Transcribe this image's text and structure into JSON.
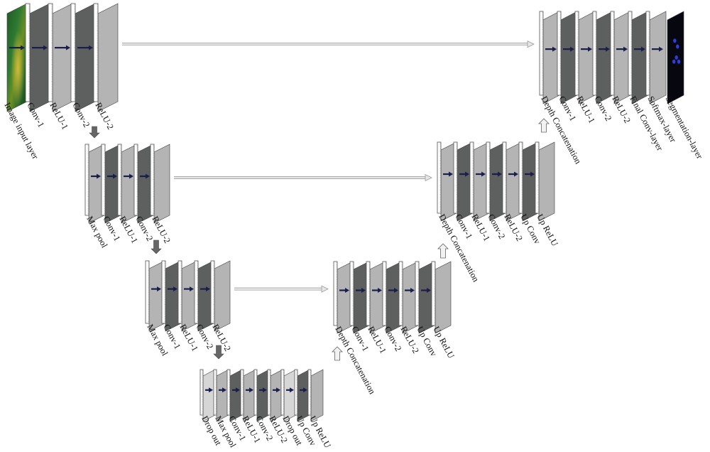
{
  "diagram": {
    "type": "U-Net architecture",
    "colors": {
      "light_layer": "#b4b4b4",
      "dark_layer": "#5e605f",
      "frame": "#ffffff",
      "outline": "#555555",
      "inner_arrow": "#1b1d4a",
      "skip_arrow": "#c8c8c8",
      "down_arrow": "#666666",
      "up_arrow": "#f2f2f2"
    },
    "blocks": [
      {
        "id": "enc1",
        "layers": [
          {
            "kind": "image-input",
            "label": "Image input layer"
          },
          {
            "kind": "dark",
            "label": "Conv-1"
          },
          {
            "kind": "light",
            "label": "ReLU-1"
          },
          {
            "kind": "dark",
            "label": "Conv-2"
          },
          {
            "kind": "light",
            "label": "ReLU-2"
          }
        ]
      },
      {
        "id": "enc2",
        "layers": [
          {
            "kind": "light",
            "label": "Max pool"
          },
          {
            "kind": "dark",
            "label": "Conv-1"
          },
          {
            "kind": "light",
            "label": "ReLU-1"
          },
          {
            "kind": "dark",
            "label": "Conv-2"
          },
          {
            "kind": "light",
            "label": "ReLU-2"
          }
        ]
      },
      {
        "id": "enc3",
        "layers": [
          {
            "kind": "light",
            "label": "Max pool"
          },
          {
            "kind": "dark",
            "label": "Conv-1"
          },
          {
            "kind": "light",
            "label": "ReLU-1"
          },
          {
            "kind": "dark",
            "label": "Conv-2"
          },
          {
            "kind": "light",
            "label": "ReLU-2"
          }
        ]
      },
      {
        "id": "bottleneck",
        "layers": [
          {
            "kind": "pale",
            "label": "Drop out"
          },
          {
            "kind": "light",
            "label": "Max pool"
          },
          {
            "kind": "dark",
            "label": "Conv-1"
          },
          {
            "kind": "light",
            "label": "ReLU-1"
          },
          {
            "kind": "dark",
            "label": "Conv-2"
          },
          {
            "kind": "light",
            "label": "ReLU-2"
          },
          {
            "kind": "pale",
            "label": "Drop out"
          },
          {
            "kind": "dark",
            "label": "Up Conv"
          },
          {
            "kind": "light",
            "label": "Up ReLU"
          }
        ]
      },
      {
        "id": "dec3",
        "layers": [
          {
            "kind": "light",
            "label": "Depth Concatenation"
          },
          {
            "kind": "dark",
            "label": "Conv-1"
          },
          {
            "kind": "light",
            "label": "ReLU-1"
          },
          {
            "kind": "dark",
            "label": "Conv-2"
          },
          {
            "kind": "light",
            "label": "ReLU-2"
          },
          {
            "kind": "dark",
            "label": "Up Conv"
          },
          {
            "kind": "light",
            "label": "Up ReLU"
          }
        ]
      },
      {
        "id": "dec2",
        "layers": [
          {
            "kind": "light",
            "label": "Depth Concatenation"
          },
          {
            "kind": "dark",
            "label": "Conv-1"
          },
          {
            "kind": "light",
            "label": "ReLU-1"
          },
          {
            "kind": "dark",
            "label": "Conv-2"
          },
          {
            "kind": "light",
            "label": "ReLU-2"
          },
          {
            "kind": "dark",
            "label": "Up Conv"
          },
          {
            "kind": "light",
            "label": "Up ReLU"
          }
        ]
      },
      {
        "id": "dec1",
        "layers": [
          {
            "kind": "light",
            "label": "Depth Concatenation"
          },
          {
            "kind": "dark",
            "label": "Conv-1"
          },
          {
            "kind": "light",
            "label": "ReLU-1"
          },
          {
            "kind": "dark",
            "label": "Conv-2"
          },
          {
            "kind": "light",
            "label": "ReLU-2"
          },
          {
            "kind": "dark",
            "label": "Final Conv-layer"
          },
          {
            "kind": "light",
            "label": "Softmax-layer"
          },
          {
            "kind": "segmentation",
            "label": "Segmentation-layer"
          }
        ]
      }
    ]
  }
}
